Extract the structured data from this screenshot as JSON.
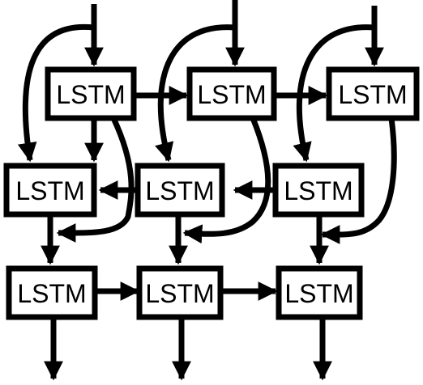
{
  "diagram": {
    "colors": {
      "stroke": "#000000",
      "fill": "#ffffff",
      "text": "#000000"
    },
    "rows": [
      {
        "cells": [
          {
            "label": "LSTM"
          },
          {
            "label": "LSTM"
          },
          {
            "label": "LSTM"
          }
        ]
      },
      {
        "cells": [
          {
            "label": "LSTM"
          },
          {
            "label": "LSTM"
          },
          {
            "label": "LSTM"
          }
        ]
      },
      {
        "cells": [
          {
            "label": "LSTM"
          },
          {
            "label": "LSTM"
          },
          {
            "label": "LSTM"
          }
        ]
      }
    ]
  }
}
